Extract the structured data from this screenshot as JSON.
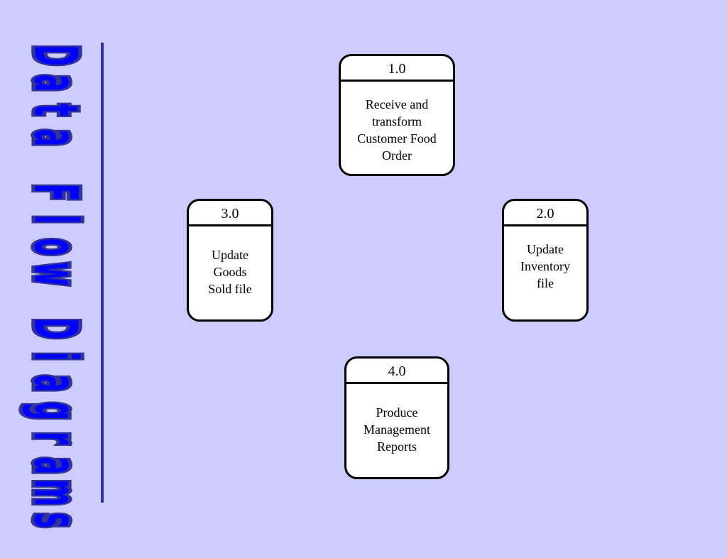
{
  "title": {
    "text": "Data Flow Diagrams",
    "text_color": "#0000ff",
    "outline_color": "#33339a"
  },
  "colors": {
    "background": "#ccccff",
    "divider": "#33339a",
    "box_fill": "#ffffff",
    "box_border": "#000000"
  },
  "processes": [
    {
      "id": "1.0",
      "label": "Receive and\ntransform\nCustomer Food\nOrder"
    },
    {
      "id": "2.0",
      "label": "Update\nInventory\nfile"
    },
    {
      "id": "3.0",
      "label": "Update\nGoods\nSold file"
    },
    {
      "id": "4.0",
      "label": "Produce\nManagement\nReports"
    }
  ]
}
